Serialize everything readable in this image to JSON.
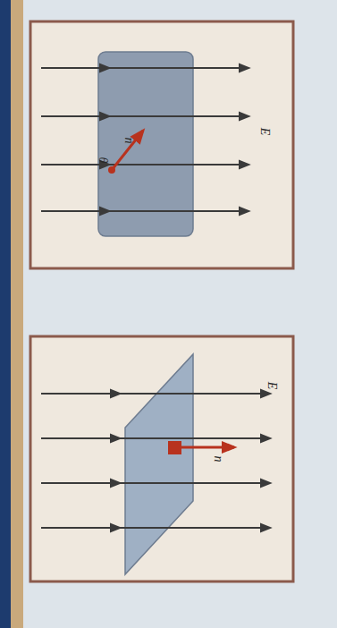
{
  "diagram": {
    "labels": [
      "n",
      "θ",
      "E",
      "n",
      "E"
    ]
  }
}
